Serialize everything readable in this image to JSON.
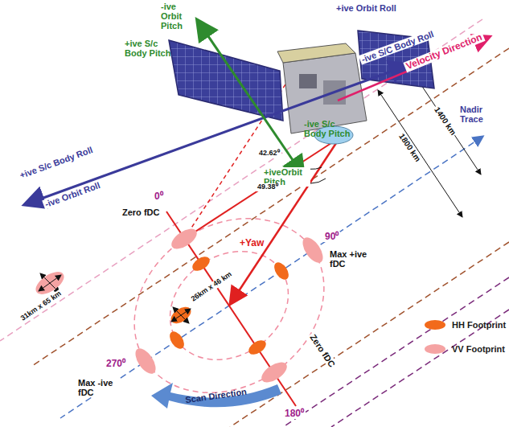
{
  "diagram": {
    "labels": [
      "-ive Orbit Pitch",
      "+ive S/c Body Pitch",
      "+ive Orbit Roll",
      "-ive S/C Body Roll",
      "Velocity Direction",
      "-ive S/c Body Pitch",
      "+iveOrbit Pitch",
      "+ive S/c Body Roll",
      "-ive Orbit Roll",
      "42.62⁰",
      "49.38⁰",
      "1800 km",
      "1400 km",
      "Nadir Trace",
      "Zero fDC",
      "0⁰",
      "90⁰",
      "Max +ive fDC",
      "31km x 65 km",
      "26km x 46 km",
      "+Yaw",
      "Max -ive fDC",
      "270⁰",
      "Scan Direction",
      "Zero fDC",
      "180⁰"
    ],
    "legend": [
      {
        "text": "HH Footprint",
        "color": "#f26a1b"
      },
      {
        "text": "VV Footprint",
        "color": "#f5a3a3"
      }
    ]
  }
}
